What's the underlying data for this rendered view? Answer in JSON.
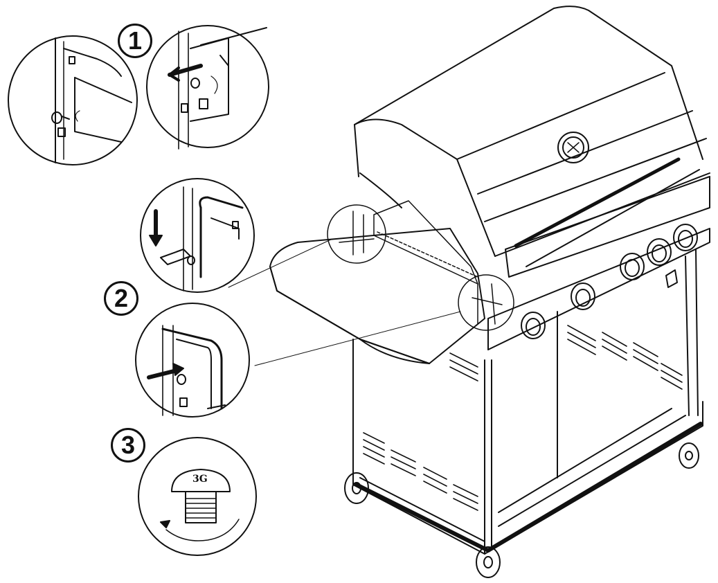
{
  "steps": [
    {
      "number": "1"
    },
    {
      "number": "2"
    },
    {
      "number": "3"
    }
  ],
  "bolt_head_marking": "3G",
  "colors": {
    "ink": "#111111",
    "paper": "#ffffff"
  }
}
